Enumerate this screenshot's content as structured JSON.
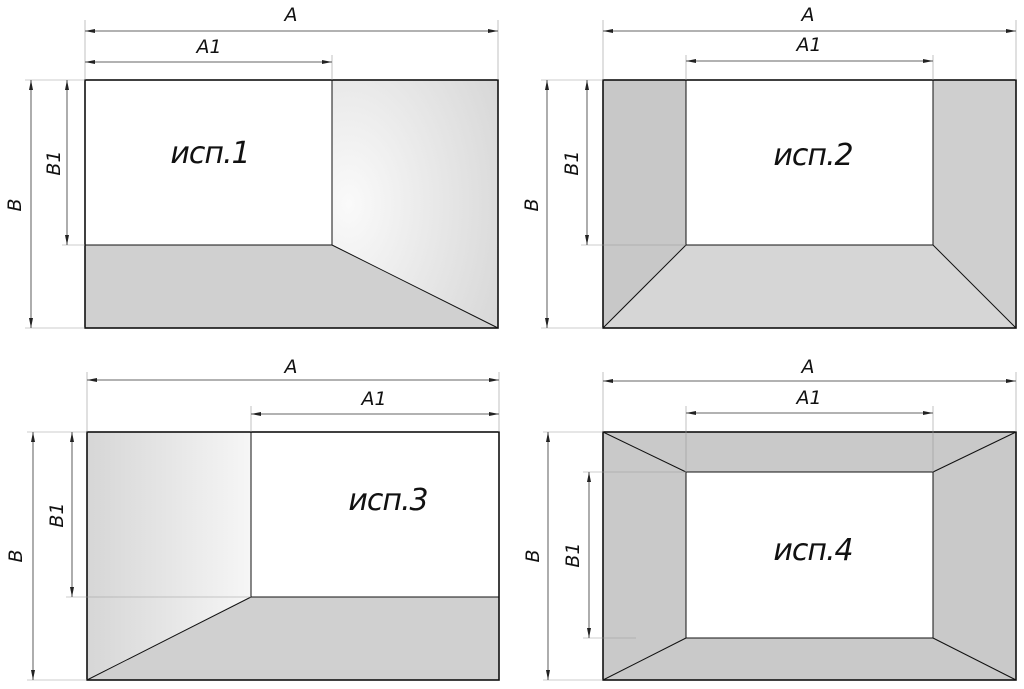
{
  "panels": [
    {
      "label": "исп.1",
      "dim_a": "A",
      "dim_a1": "A1",
      "dim_b": "B",
      "dim_b1": "B1"
    },
    {
      "label": "исп.2",
      "dim_a": "A",
      "dim_a1": "A1",
      "dim_b": "B",
      "dim_b1": "B1"
    },
    {
      "label": "исп.3",
      "dim_a": "A",
      "dim_a1": "A1",
      "dim_b": "B",
      "dim_b1": "B1"
    },
    {
      "label": "исп.4",
      "dim_a": "A",
      "dim_a1": "A1",
      "dim_b": "B",
      "dim_b1": "B1"
    }
  ],
  "colors": {
    "face_dark": "#c8c8c8",
    "face_light": "#e6e6e6",
    "outline": "#111111"
  }
}
